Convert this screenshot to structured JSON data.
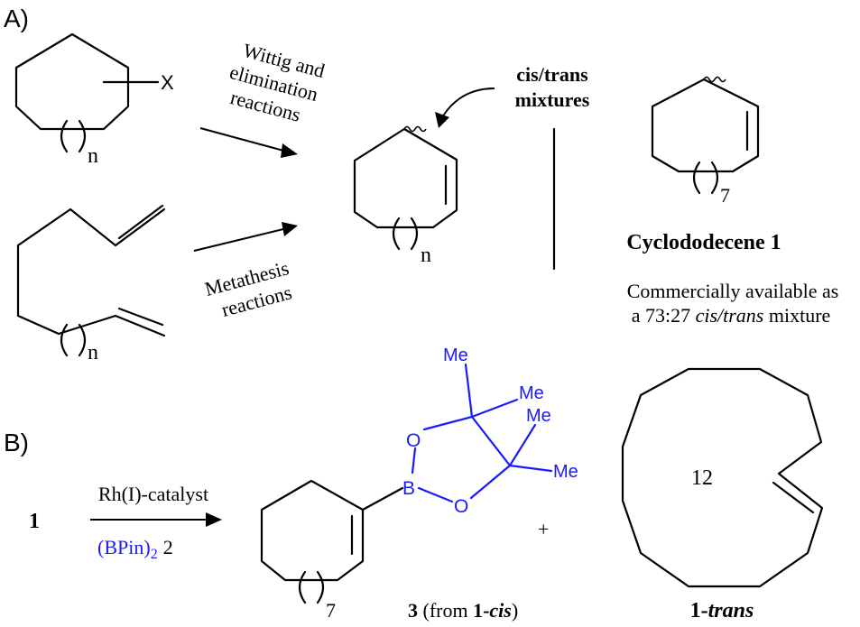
{
  "panel_a": {
    "label": "A)",
    "substrate_x_label": "X",
    "substrate_n_label": "n",
    "diene_n_label": "n",
    "arrow1_lines": [
      "Wittig and",
      "elimination",
      "reactions"
    ],
    "arrow2_lines": [
      "Metathesis",
      "reactions"
    ],
    "product_n_label": "n",
    "mixture_lines": [
      "cis/trans",
      "mixtures"
    ],
    "cyclododecene_ring_label": "7",
    "cyclododecene_name": "Cyclododecene 1",
    "availability_line1": "Commercially available as",
    "availability_line2_prefix": "a 73:27 ",
    "availability_line2_italic": "cis/trans",
    "availability_line2_suffix": " mixture"
  },
  "panel_b": {
    "label": "B)",
    "reactant_label": "1",
    "catalyst_label": "Rh(I)-catalyst",
    "reagent_main": "(BPin)",
    "reagent_subscript": "2",
    "reagent_number": "2",
    "atom_b": "B",
    "atom_o_top": "O",
    "atom_o_bottom": "O",
    "methyl_labels": [
      "Me",
      "Me",
      "Me",
      "Me"
    ],
    "product_ring_label": "7",
    "product_number": "3",
    "product_source_prefix": " (from ",
    "product_source_bold": "1-",
    "product_source_bolditalic": "cis",
    "product_source_suffix": ")",
    "plus": "+",
    "trans_ring_size": "12",
    "trans_label_bold": "1-",
    "trans_label_bolditalic": "trans"
  },
  "colors": {
    "bonds": "#000000",
    "boron_reagent": "#1a1aff"
  }
}
